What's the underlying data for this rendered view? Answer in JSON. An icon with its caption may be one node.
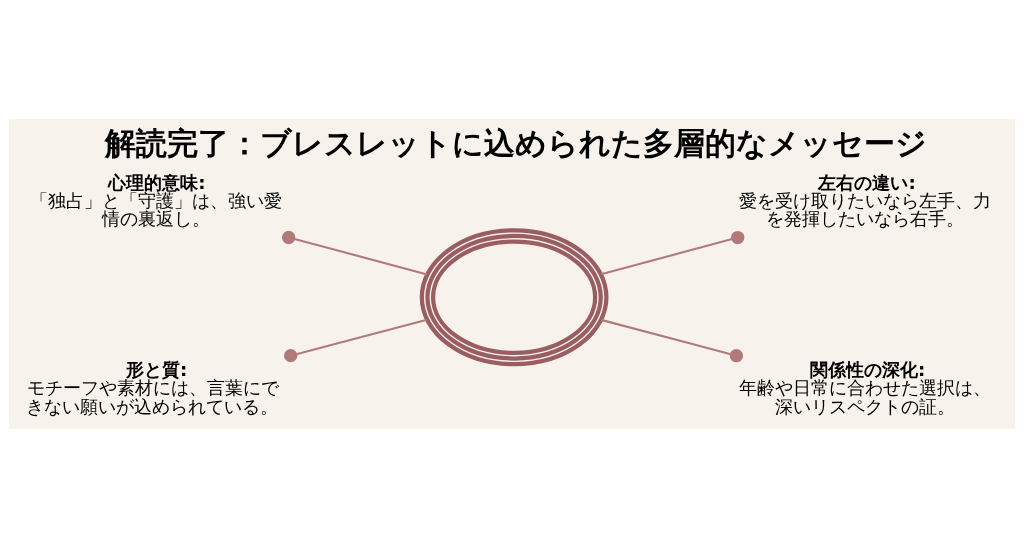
{
  "diagram": {
    "title": "解読完了：ブレスレットに込められた多層的なメッセージ",
    "nodes": [
      {
        "text": [],
        "shape": "circle"
      },
      {
        "text": [
          "心理的意味:",
          "「独占」と「守護」は、強い愛情の裏返し。"
        ]
      },
      {
        "text": [
          "左右の違い:",
          "愛を受け取りたいなら左手、力を発揮したいなら右手。"
        ]
      },
      {
        "text": [
          "形と質:",
          "モチーフや素材には、言葉にできない願いが込められている。"
        ]
      },
      {
        "text": [
          "関係性の深化:",
          "年齢や日常に合わせた選択は、深いリスペクトの証。"
        ]
      }
    ],
    "edges": [
      {
        "from": 0,
        "to": 1,
        "arrow": "other"
      },
      {
        "from": 0,
        "to": 2,
        "arrow": "other"
      },
      {
        "from": 0,
        "to": 3,
        "arrow": "other"
      },
      {
        "from": 0,
        "to": 4,
        "arrow": "other"
      }
    ]
  }
}
